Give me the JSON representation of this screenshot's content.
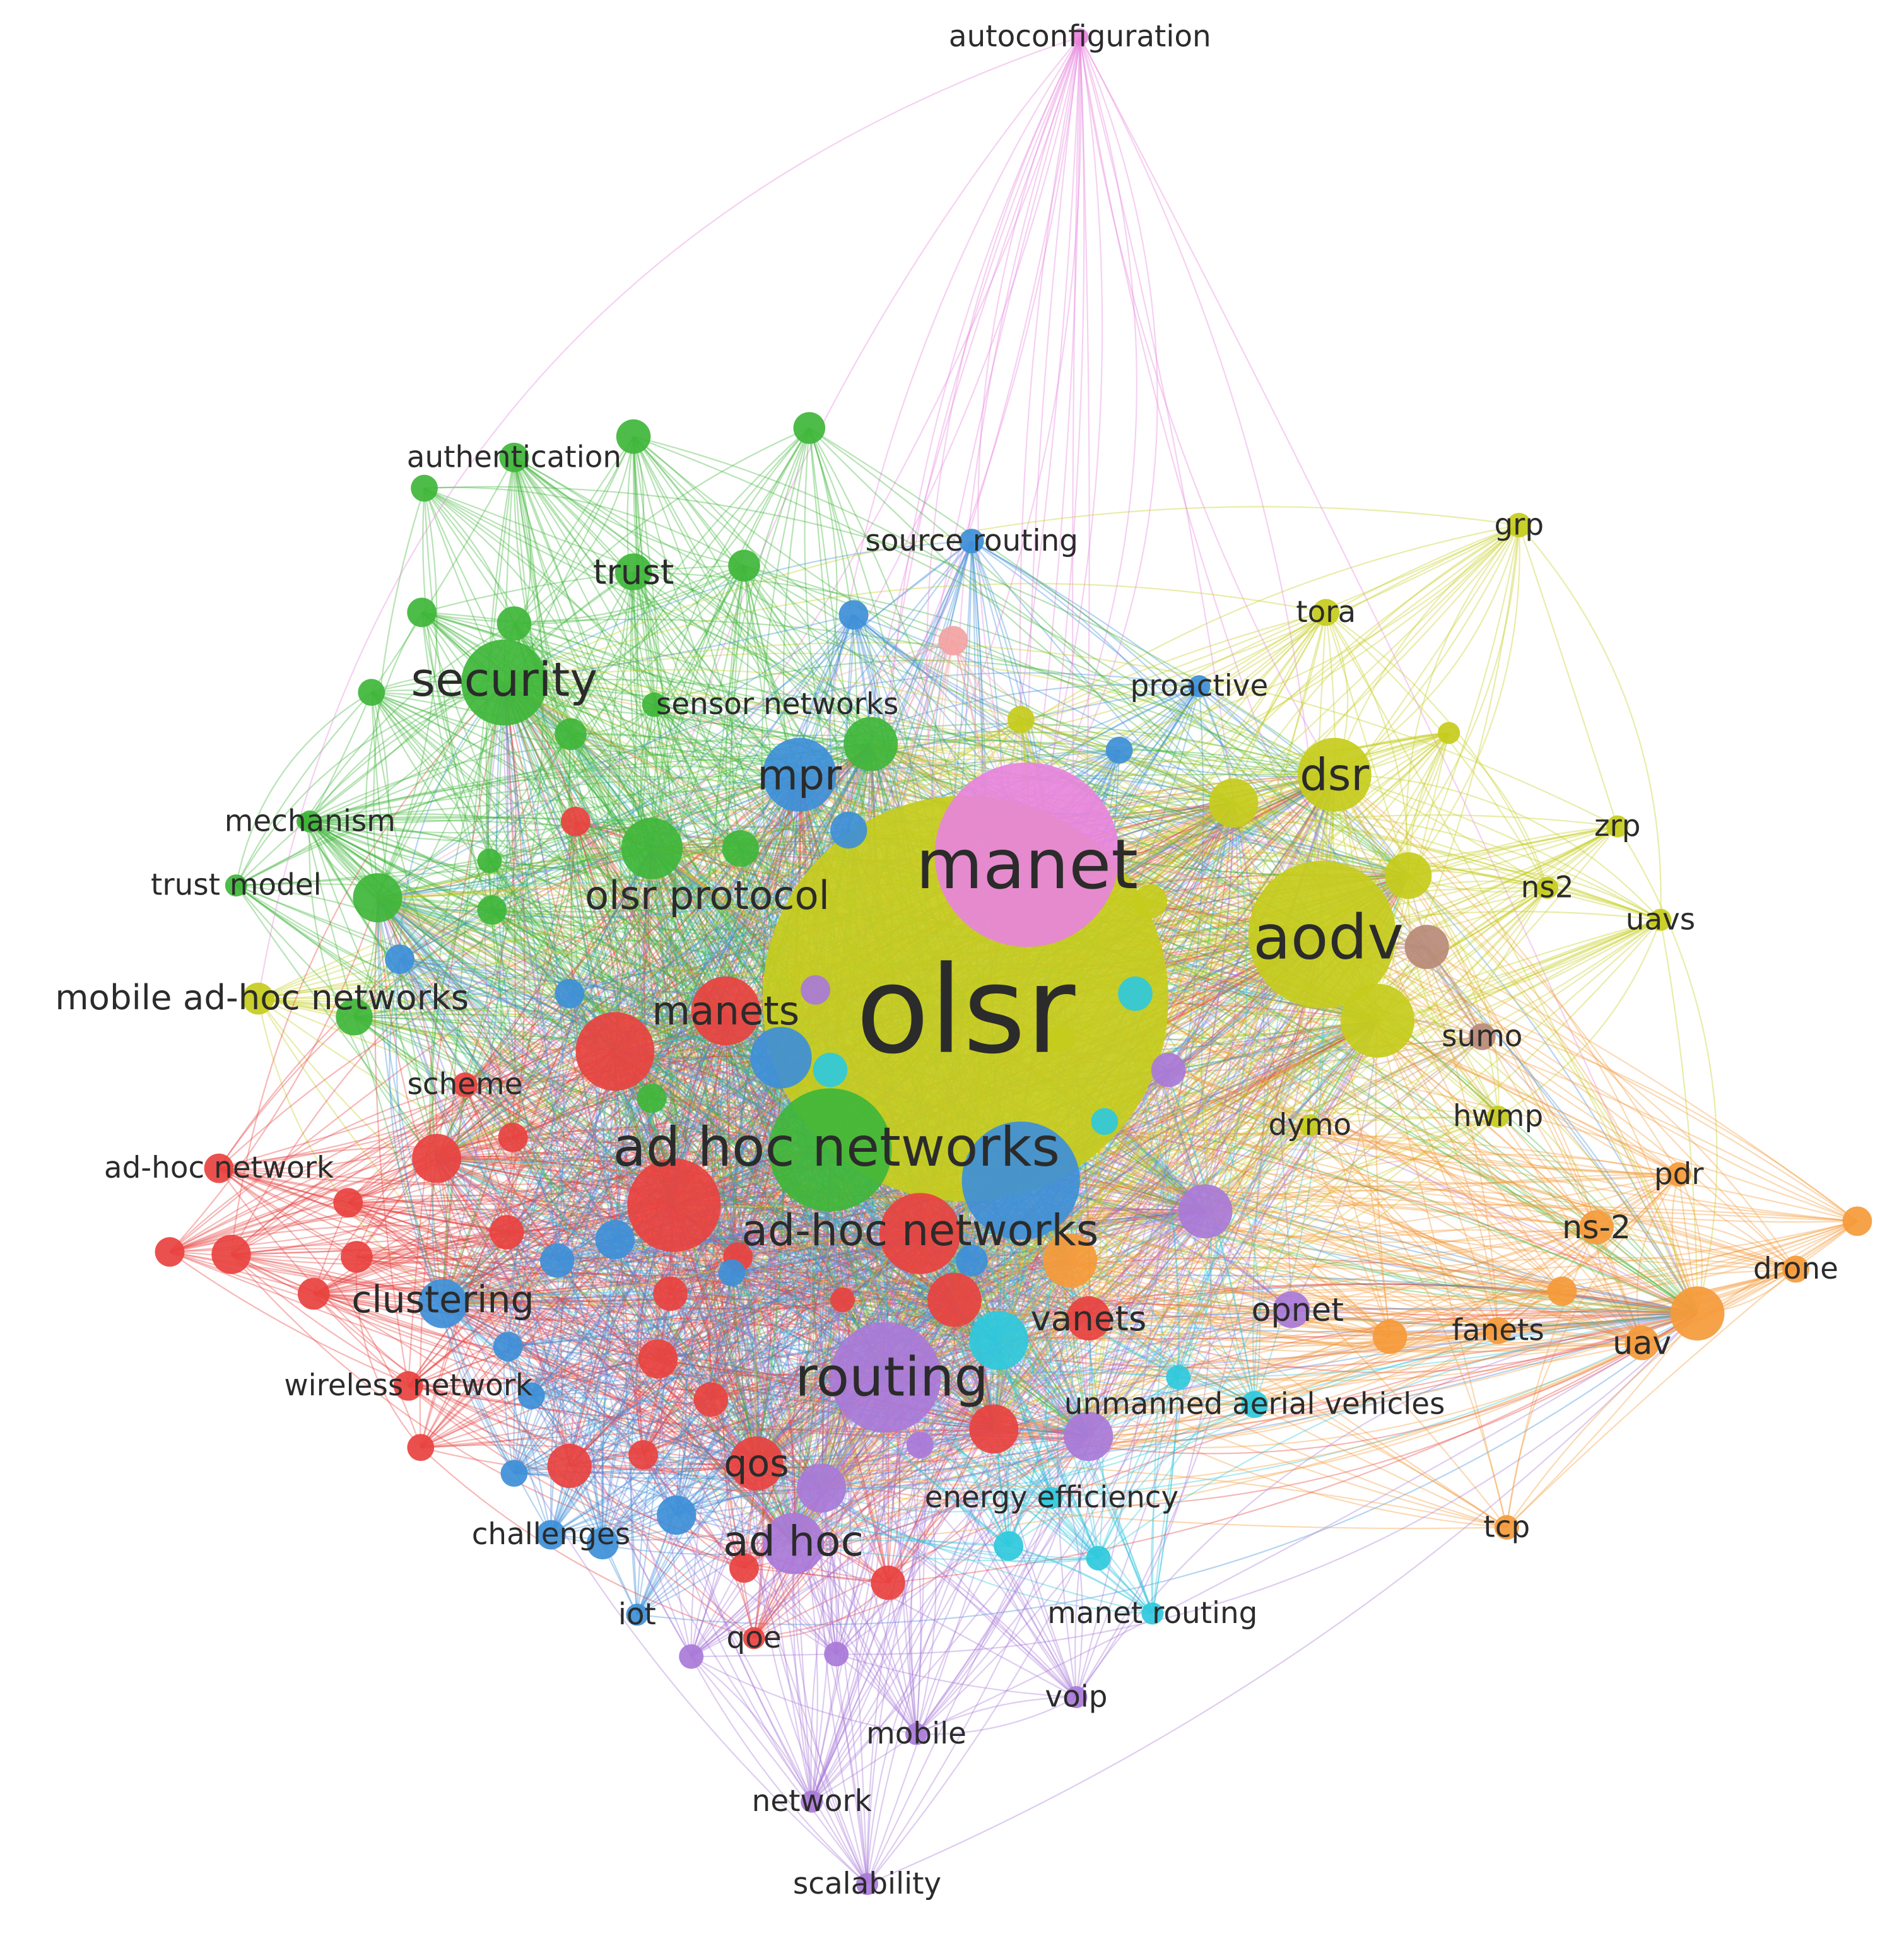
{
  "clusters": {
    "red": "#e8423f",
    "green": "#3fb63a",
    "blue": "#3e8fd8",
    "yellow": "#c6cc1c",
    "purple": "#a97ad8",
    "cyan": "#2fc9dc",
    "orange": "#f59a3a",
    "pink": "#e884dc",
    "brown": "#b98a78",
    "salmon": "#f4a3a3"
  },
  "nodes": [
    {
      "id": "olsr",
      "label": "olsr",
      "c": "yellow",
      "w": 80
    },
    {
      "id": "manet",
      "label": "manet",
      "c": "pink",
      "w": 50
    },
    {
      "id": "aodv",
      "label": "aodv",
      "c": "yellow",
      "w": 36
    },
    {
      "id": "ad_hoc_networks",
      "label": "ad hoc networks",
      "c": "green",
      "w": 28
    },
    {
      "id": "ad_hoc_networks2",
      "label": "ad-hoc networks",
      "c": "red",
      "w": 20
    },
    {
      "id": "routing",
      "label": "routing",
      "c": "purple",
      "w": 26
    },
    {
      "id": "security",
      "label": "security",
      "c": "green",
      "w": 20
    },
    {
      "id": "dsr",
      "label": "dsr",
      "c": "yellow",
      "w": 18
    },
    {
      "id": "manets",
      "label": "manets",
      "c": "red",
      "w": 16
    },
    {
      "id": "mpr",
      "label": "mpr",
      "c": "blue",
      "w": 15
    },
    {
      "id": "olsr_protocol",
      "label": "olsr protocol",
      "c": "green",
      "w": 14
    },
    {
      "id": "ad_hoc",
      "label": "ad hoc",
      "c": "purple",
      "w": 14
    },
    {
      "id": "qos",
      "label": "qos",
      "c": "red",
      "w": 11
    },
    {
      "id": "clustering",
      "label": "clustering",
      "c": "blue",
      "w": 10
    },
    {
      "id": "vanets",
      "label": "vanets",
      "c": "red",
      "w": 9
    },
    {
      "id": "trust",
      "label": "trust",
      "c": "green",
      "w": 9
    },
    {
      "id": "mobile_ad_hoc_networks",
      "label": "mobile ad-hoc networks",
      "c": "yellow",
      "w": 7
    },
    {
      "id": "uav",
      "label": "uav",
      "c": "orange",
      "w": 8
    },
    {
      "id": "opnet",
      "label": "opnet",
      "c": "purple",
      "w": 7
    },
    {
      "id": "ns_2",
      "label": "ns-2",
      "c": "orange",
      "w": 8
    },
    {
      "id": "sensor_networks",
      "label": "sensor networks",
      "c": "green",
      "w": 6
    },
    {
      "id": "proactive",
      "label": "proactive",
      "c": "blue",
      "w": 5
    },
    {
      "id": "source_routing",
      "label": "source routing",
      "c": "blue",
      "w": 5
    },
    {
      "id": "authentication",
      "label": "authentication",
      "c": "green",
      "w": 6
    },
    {
      "id": "mechanism",
      "label": "mechanism",
      "c": "green",
      "w": 5
    },
    {
      "id": "trust_model",
      "label": "trust model",
      "c": "green",
      "w": 5
    },
    {
      "id": "scheme",
      "label": "scheme",
      "c": "red",
      "w": 6
    },
    {
      "id": "ad_hoc_network",
      "label": "ad-hoc network",
      "c": "red",
      "w": 6
    },
    {
      "id": "wireless_network",
      "label": "wireless network",
      "c": "red",
      "w": 6
    },
    {
      "id": "challenges",
      "label": "challenges",
      "c": "blue",
      "w": 6
    },
    {
      "id": "iot",
      "label": "iot",
      "c": "blue",
      "w": 5
    },
    {
      "id": "qoe",
      "label": "qoe",
      "c": "red",
      "w": 5
    },
    {
      "id": "energy_efficiency",
      "label": "energy efficiency",
      "c": "cyan",
      "w": 5
    },
    {
      "id": "unmanned_aerial_vehicles",
      "label": "unmanned aerial vehicles",
      "c": "cyan",
      "w": 6
    },
    {
      "id": "manet_routing",
      "label": "manet routing",
      "c": "cyan",
      "w": 5
    },
    {
      "id": "voip",
      "label": "voip",
      "c": "purple",
      "w": 5
    },
    {
      "id": "mobile",
      "label": "mobile",
      "c": "purple",
      "w": 5
    },
    {
      "id": "network",
      "label": "network",
      "c": "purple",
      "w": 5
    },
    {
      "id": "scalability",
      "label": "scalability",
      "c": "purple",
      "w": 5
    },
    {
      "id": "autoconfiguration",
      "label": "autoconfiguration",
      "c": "pink",
      "w": 4
    },
    {
      "id": "tora",
      "label": "tora",
      "c": "yellow",
      "w": 6
    },
    {
      "id": "grp",
      "label": "grp",
      "c": "yellow",
      "w": 5
    },
    {
      "id": "zrp",
      "label": "zrp",
      "c": "yellow",
      "w": 5
    },
    {
      "id": "ns2",
      "label": "ns2",
      "c": "yellow",
      "w": 5
    },
    {
      "id": "uavs",
      "label": "uavs",
      "c": "yellow",
      "w": 5
    },
    {
      "id": "sumo",
      "label": "sumo",
      "c": "brown",
      "w": 5
    },
    {
      "id": "hwmp",
      "label": "hwmp",
      "c": "yellow",
      "w": 5
    },
    {
      "id": "dymo",
      "label": "dymo",
      "c": "yellow",
      "w": 5
    },
    {
      "id": "pdr",
      "label": "pdr",
      "c": "orange",
      "w": 5
    },
    {
      "id": "drone",
      "label": "drone",
      "c": "orange",
      "w": 6
    },
    {
      "id": "fanets",
      "label": "fanets",
      "c": "orange",
      "w": 6
    },
    {
      "id": "tcp",
      "label": "tcp",
      "c": "orange",
      "w": 5
    }
  ]
}
